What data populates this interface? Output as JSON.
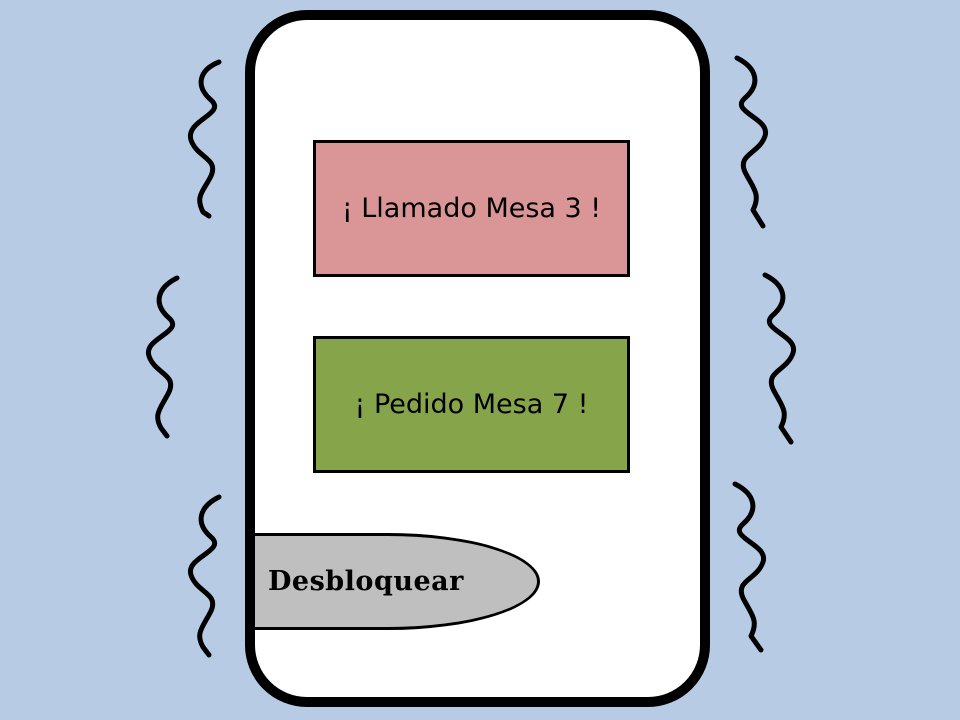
{
  "screen": {
    "background_color": "#b7cce4",
    "phone_color": "#ffffff"
  },
  "notifications": [
    {
      "text": "¡ Llamado Mesa 3 !",
      "color": "#da9696"
    },
    {
      "text": "¡ Pedido Mesa 7 !",
      "color": "#86a54b"
    }
  ],
  "unlock": {
    "label": "Desbloquear",
    "color": "#bfbfbf"
  },
  "icons": {
    "vibration": "vibration-squiggle-icon"
  }
}
